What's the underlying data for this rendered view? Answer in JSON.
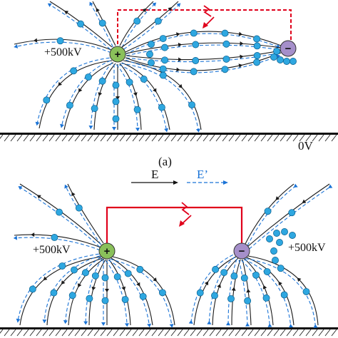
{
  "panel_a": {
    "label": "(a)",
    "positive_electrode": {
      "symbol": "+",
      "voltage": "+500kV"
    },
    "negative_electrode": {
      "symbol": "−"
    },
    "ground_label": "0V"
  },
  "panel_b": {
    "positive_electrode": {
      "symbol": "+",
      "voltage": "+500kV"
    },
    "negative_electrode": {
      "symbol": "−",
      "voltage": "+500kV"
    }
  },
  "legend": {
    "solid_label": "E",
    "dashed_label": "E’"
  },
  "colors": {
    "positive_fill": "#8ac05a",
    "negative_fill": "#a58fca",
    "ion_fill": "#2ea7e0",
    "dashed_line": "#1a73d6",
    "circuit_a": "#e0001b",
    "circuit_b": "#e0001b"
  }
}
